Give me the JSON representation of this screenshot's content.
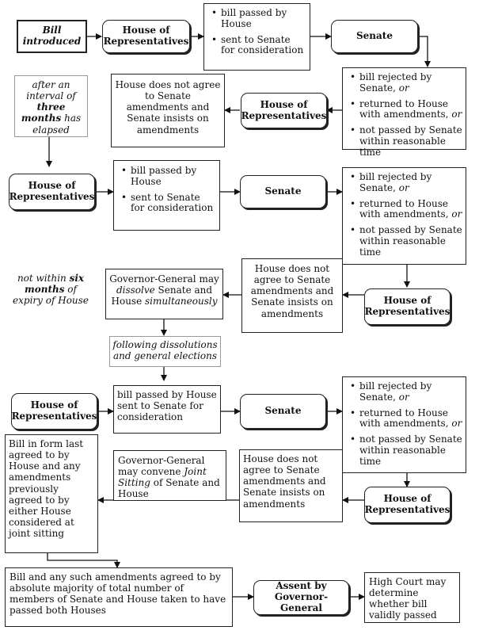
{
  "n1": "Bill introduced",
  "house": "House of Representatives",
  "senate": "Senate",
  "passed_list": [
    "bill passed by House",
    "sent to Senate for consideration"
  ],
  "rejected_list": {
    "a": "bill rejected by Senate,",
    "b": "returned to House with amendments,",
    "c": "not passed by Senate within reasonable time",
    "or": "or"
  },
  "disagree": "House does not agree to Senate amendments and Senate insists on amendments",
  "interval": {
    "pre": "after an interval of",
    "bold": "three months",
    "post": "has elapsed"
  },
  "six_months": {
    "pre": "not within",
    "bold": "six months",
    "post": "of expiry of House"
  },
  "dissolve": {
    "a": "Governor-General may",
    "b": "dissolve",
    "c": "Senate and House",
    "d": "simultaneously"
  },
  "elections": "following dissolutions and general elections",
  "passed_combined": "bill passed by House sent to Senate for consideration",
  "joint": {
    "a": "Governor-General may convene",
    "b": "Joint Sitting",
    "c": "of Senate and House"
  },
  "bill_form": "Bill in form last agreed to by House and any amendments previously agreed to by either House considered at joint sitting",
  "majority": "Bill and any such amendments agreed to by absolute majority of total number of members of Senate and House taken to have passed both Houses",
  "assent": "Assent by Governor-General",
  "high_court": "High Court may determine whether bill validly passed"
}
